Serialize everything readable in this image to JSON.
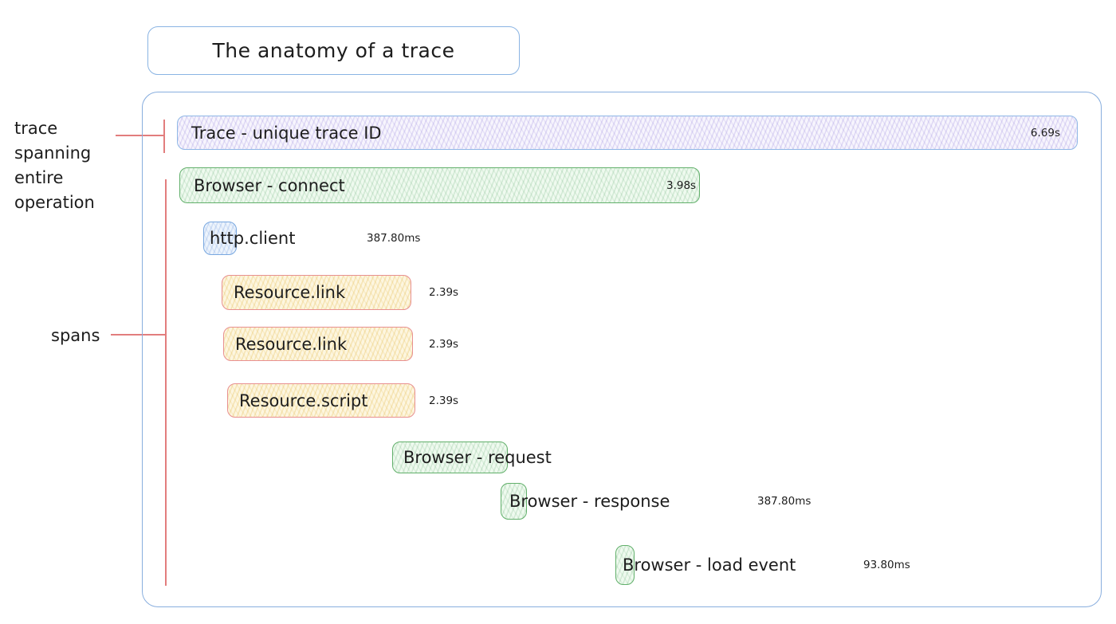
{
  "title": "The anatomy of a trace",
  "annotations": {
    "trace_note": "trace spanning entire operation",
    "spans_note": "spans"
  },
  "colors": {
    "container_border": "#88aede",
    "trace_border": "#8fb7e6",
    "browser_border": "#62b06b",
    "resource_border": "#e89090",
    "http_border": "#79a8e0",
    "annotation_line": "#e27d7d",
    "text": "#1d1d1d"
  },
  "spans": [
    {
      "label": "Trace - unique trace ID",
      "duration": "6.69s",
      "kind": "trace"
    },
    {
      "label": "Browser - connect",
      "duration": "3.98s",
      "kind": "browser"
    },
    {
      "label": "http.client",
      "duration": "387.80ms",
      "kind": "http"
    },
    {
      "label": "Resource.link",
      "duration": "2.39s",
      "kind": "resource"
    },
    {
      "label": "Resource.link",
      "duration": "2.39s",
      "kind": "resource"
    },
    {
      "label": "Resource.script",
      "duration": "2.39s",
      "kind": "resource"
    },
    {
      "label": "Browser - request",
      "duration": "",
      "kind": "browser"
    },
    {
      "label": "Browser - response",
      "duration": "387.80ms",
      "kind": "browser"
    },
    {
      "label": "Browser - load event",
      "duration": "93.80ms",
      "kind": "browser"
    }
  ]
}
